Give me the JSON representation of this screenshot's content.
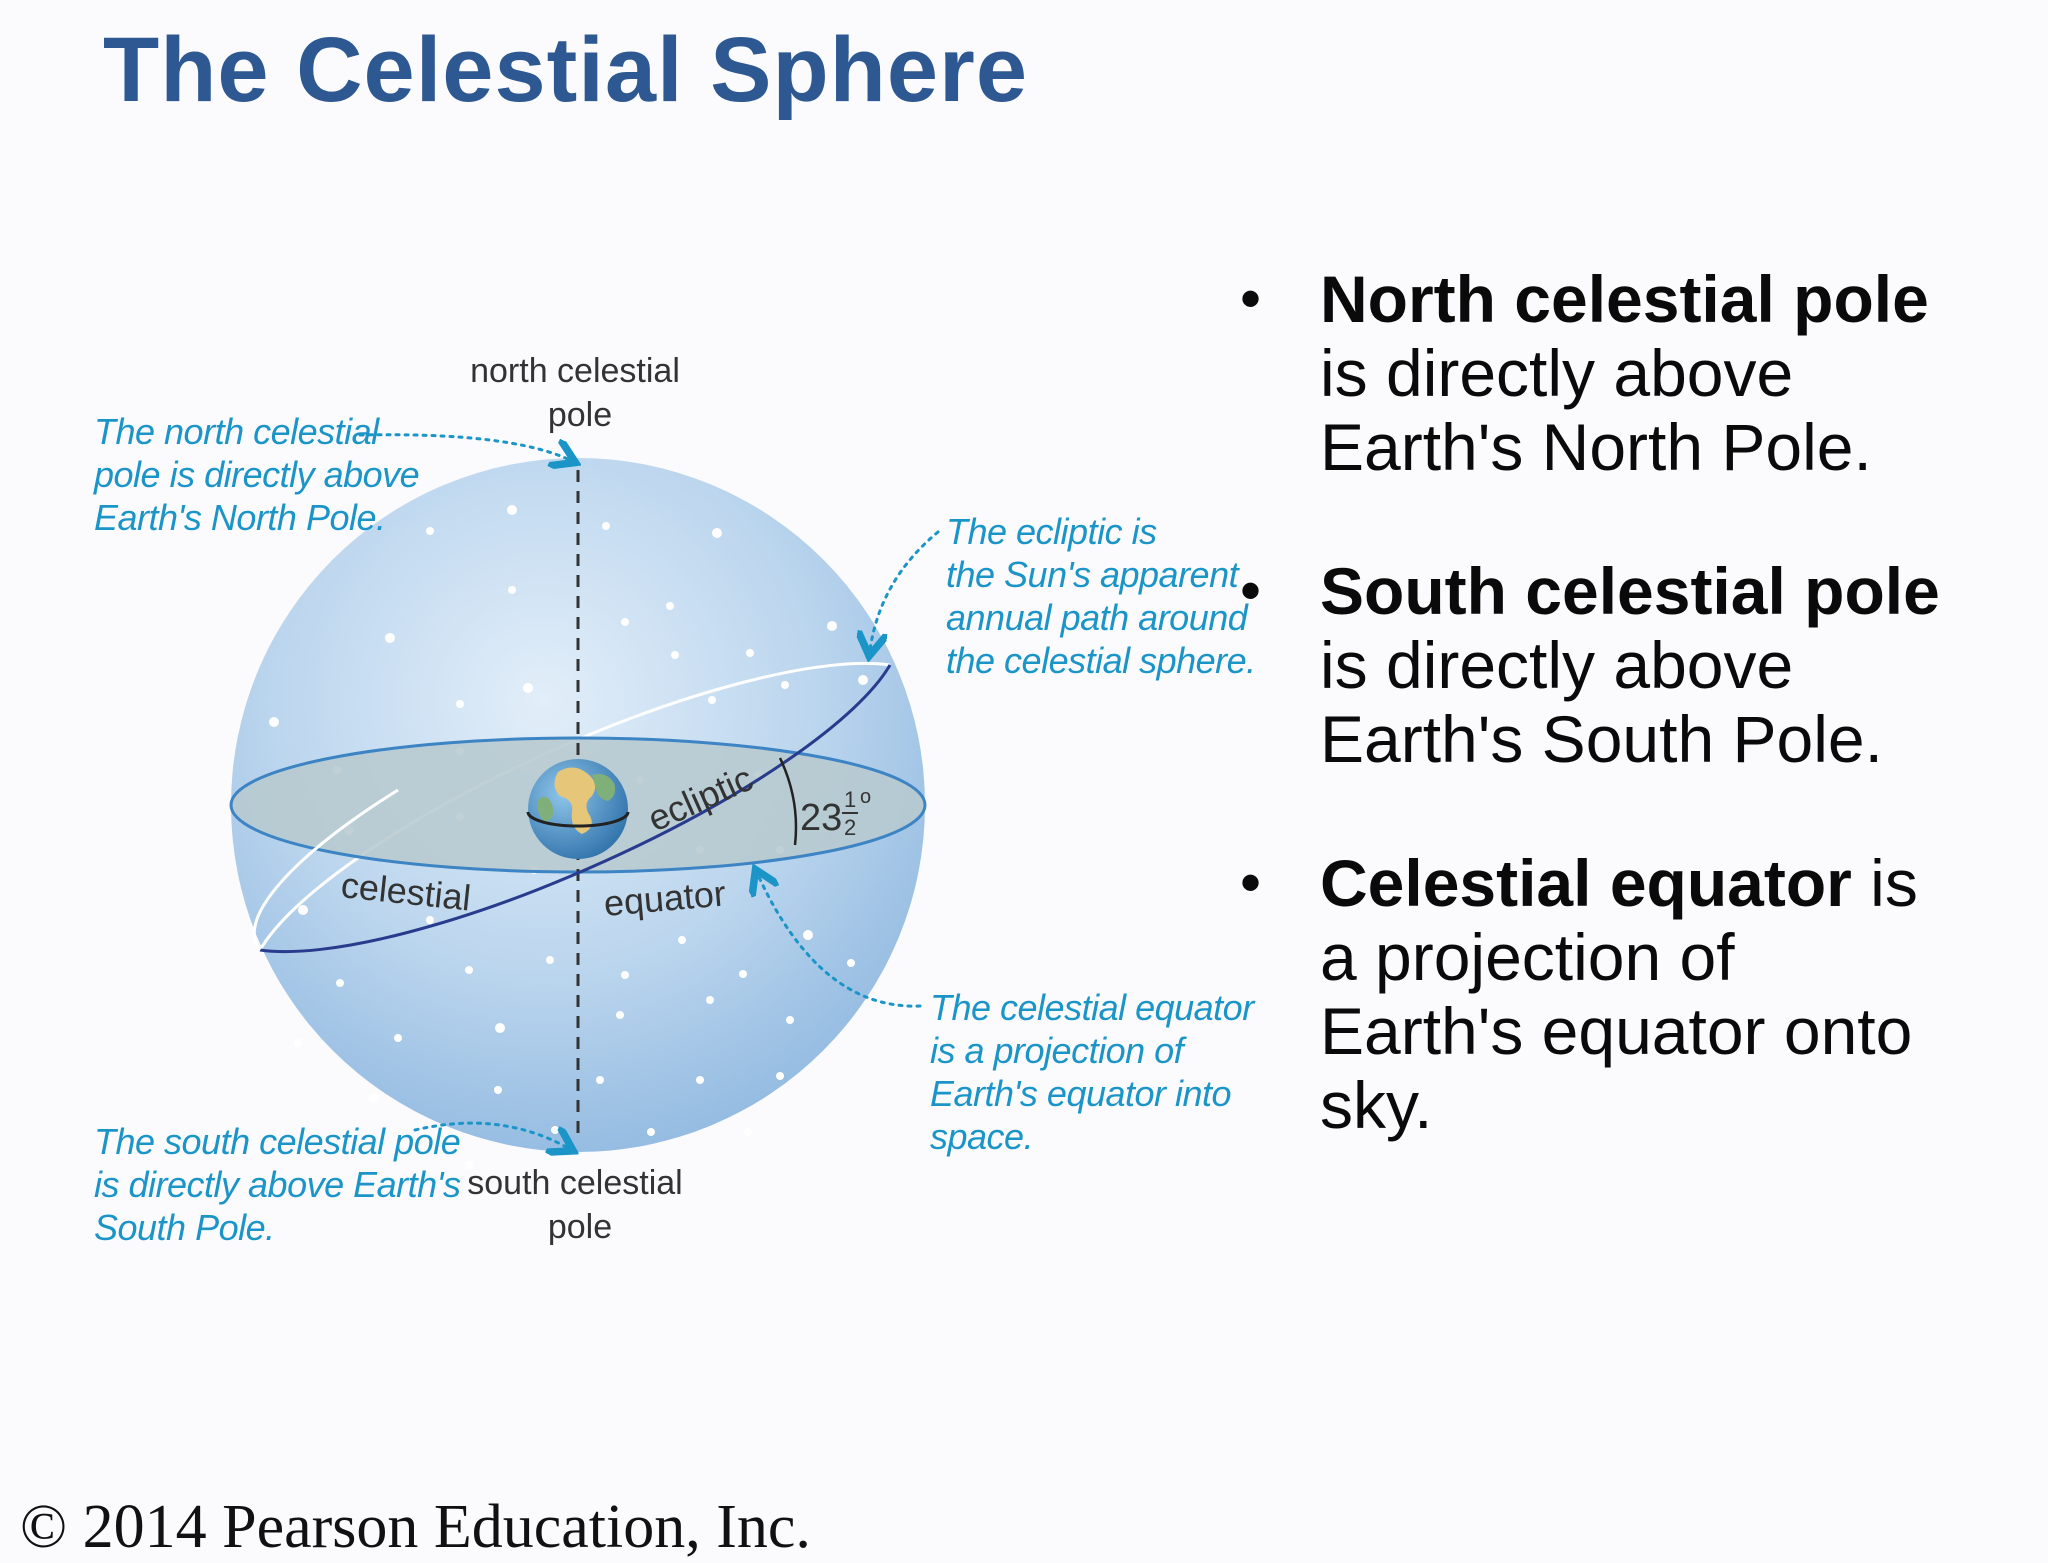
{
  "slide": {
    "title": "The Celestial Sphere"
  },
  "diagram": {
    "labels": {
      "north_pole": [
        "north celestial",
        "pole"
      ],
      "south_pole": [
        "south celestial",
        "pole"
      ],
      "ecliptic": "ecliptic",
      "celestial": "celestial",
      "equator": "equator",
      "angle_whole": "23",
      "angle_num": "1",
      "angle_den": "2",
      "angle_unit": "o"
    },
    "callouts": {
      "north": [
        "The north celestial",
        "pole is directly above",
        "Earth's North Pole."
      ],
      "south": [
        "The south celestial pole",
        "is directly above Earth's",
        "South Pole."
      ],
      "ecliptic": [
        "The ecliptic is",
        "the Sun's apparent",
        "annual path around",
        "the celestial sphere."
      ],
      "equator": [
        "The celestial equator",
        "is a projection of",
        "Earth's equator into",
        "space."
      ]
    },
    "colors": {
      "sphere": "#a9cbea",
      "callout_text": "#1b95c7",
      "ecliptic_line": "#283b8c",
      "equator_plane": "#b7c9cf"
    }
  },
  "bullets": [
    {
      "bold": "North celestial pole",
      "rest_lines": [
        "is directly above",
        "Earth's North Pole."
      ],
      "inline": ""
    },
    {
      "bold": "South celestial pole",
      "rest_lines": [
        "is directly above",
        "Earth's South Pole."
      ],
      "inline": ""
    },
    {
      "bold": "Celestial equator",
      "inline": " is",
      "rest_lines": [
        "a projection of",
        "Earth's equator onto",
        "sky."
      ]
    }
  ],
  "footer": {
    "copyright": "© 2014 Pearson Education, Inc."
  }
}
